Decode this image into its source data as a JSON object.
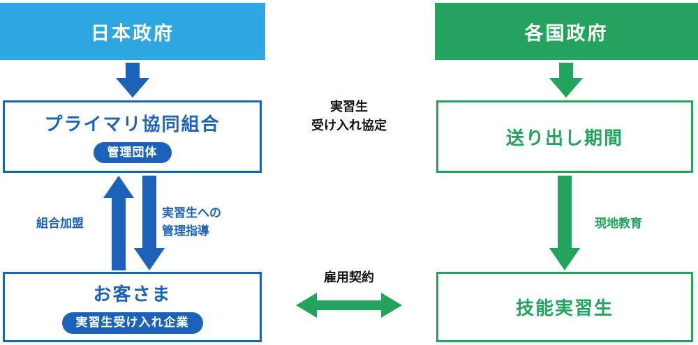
{
  "colors": {
    "header_blue": "#2EA7E0",
    "dark_blue": "#1B62B8",
    "green": "#22A45C",
    "ink": "#111111"
  },
  "left_column": {
    "government_label": "日本政府",
    "primary_box": {
      "title": "プライマリ協同組合",
      "badge": "管理団体"
    },
    "customer_box": {
      "title": "お客さま",
      "badge": "実習生受け入れ企業"
    }
  },
  "right_column": {
    "government_label": "各国政府",
    "sending_box": {
      "title": "送り出し期間"
    },
    "trainee_box": {
      "title": "技能実習生"
    }
  },
  "center": {
    "agreement_label": "実習生\n受け入れ協定",
    "contract_label": "雇用契約"
  },
  "arrows": [
    {
      "name": "japan-gov-to-primary",
      "color": "blue",
      "direction": "down",
      "label": ""
    },
    {
      "name": "customer-to-primary",
      "color": "blue",
      "direction": "up",
      "label": "組合加盟"
    },
    {
      "name": "primary-to-customer",
      "color": "blue",
      "direction": "down",
      "label": "実習生への\n管理指導"
    },
    {
      "name": "foreign-gov-to-sending",
      "color": "green",
      "direction": "down",
      "label": ""
    },
    {
      "name": "sending-to-trainee",
      "color": "green",
      "direction": "down",
      "label": "現地教育"
    },
    {
      "name": "customer-trainee-employment",
      "color": "green",
      "direction": "horizontal-both",
      "label": "雇用契約"
    }
  ]
}
